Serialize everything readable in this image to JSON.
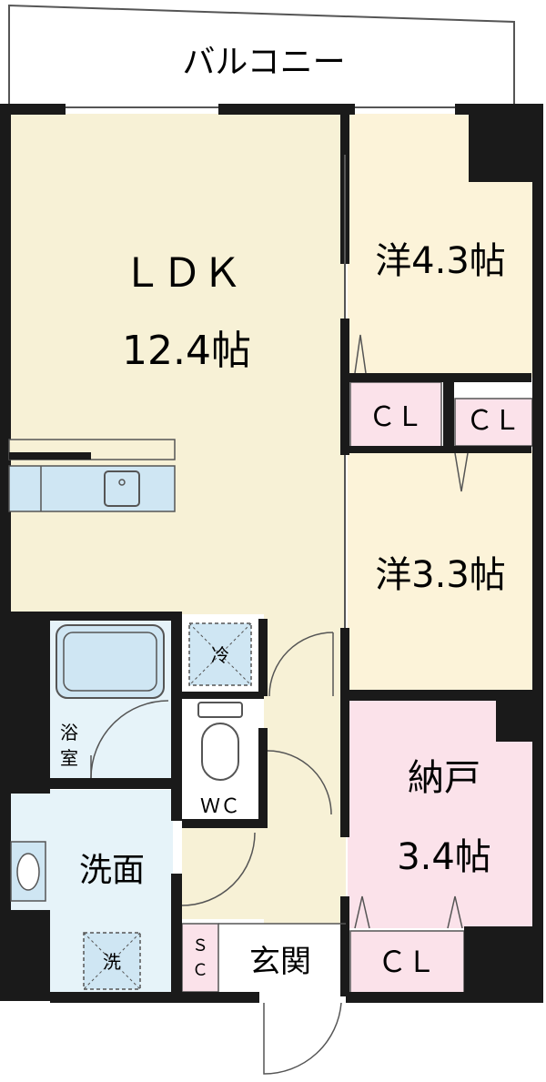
{
  "rooms": {
    "balcony": "バルコニー",
    "ldk_name": "ＬＤＫ",
    "ldk_size": "12.4帖",
    "western1": "洋4.3帖",
    "western2": "洋3.3帖",
    "storage_name": "納戸",
    "storage_size": "3.4帖",
    "closet1": "ＣＬ",
    "closet2": "ＣＬ",
    "closet3": "ＣＬ",
    "bath_1": "浴",
    "bath_2": "室",
    "washroom": "洗面",
    "toilet": "ＷＣ",
    "entrance": "玄関",
    "shoe_cabinet_1": "Ｓ",
    "shoe_cabinet_2": "Ｃ",
    "fridge": "冷",
    "washer": "洗"
  },
  "colors": {
    "wall": "#1a1a1a",
    "ldk": "#f7f1d6",
    "western": "#fcf3d9",
    "storage": "#fbe2ea",
    "wet_area": "#e6f3f9",
    "fixture": "#cfe6f3",
    "floor_white": "#ffffff"
  }
}
